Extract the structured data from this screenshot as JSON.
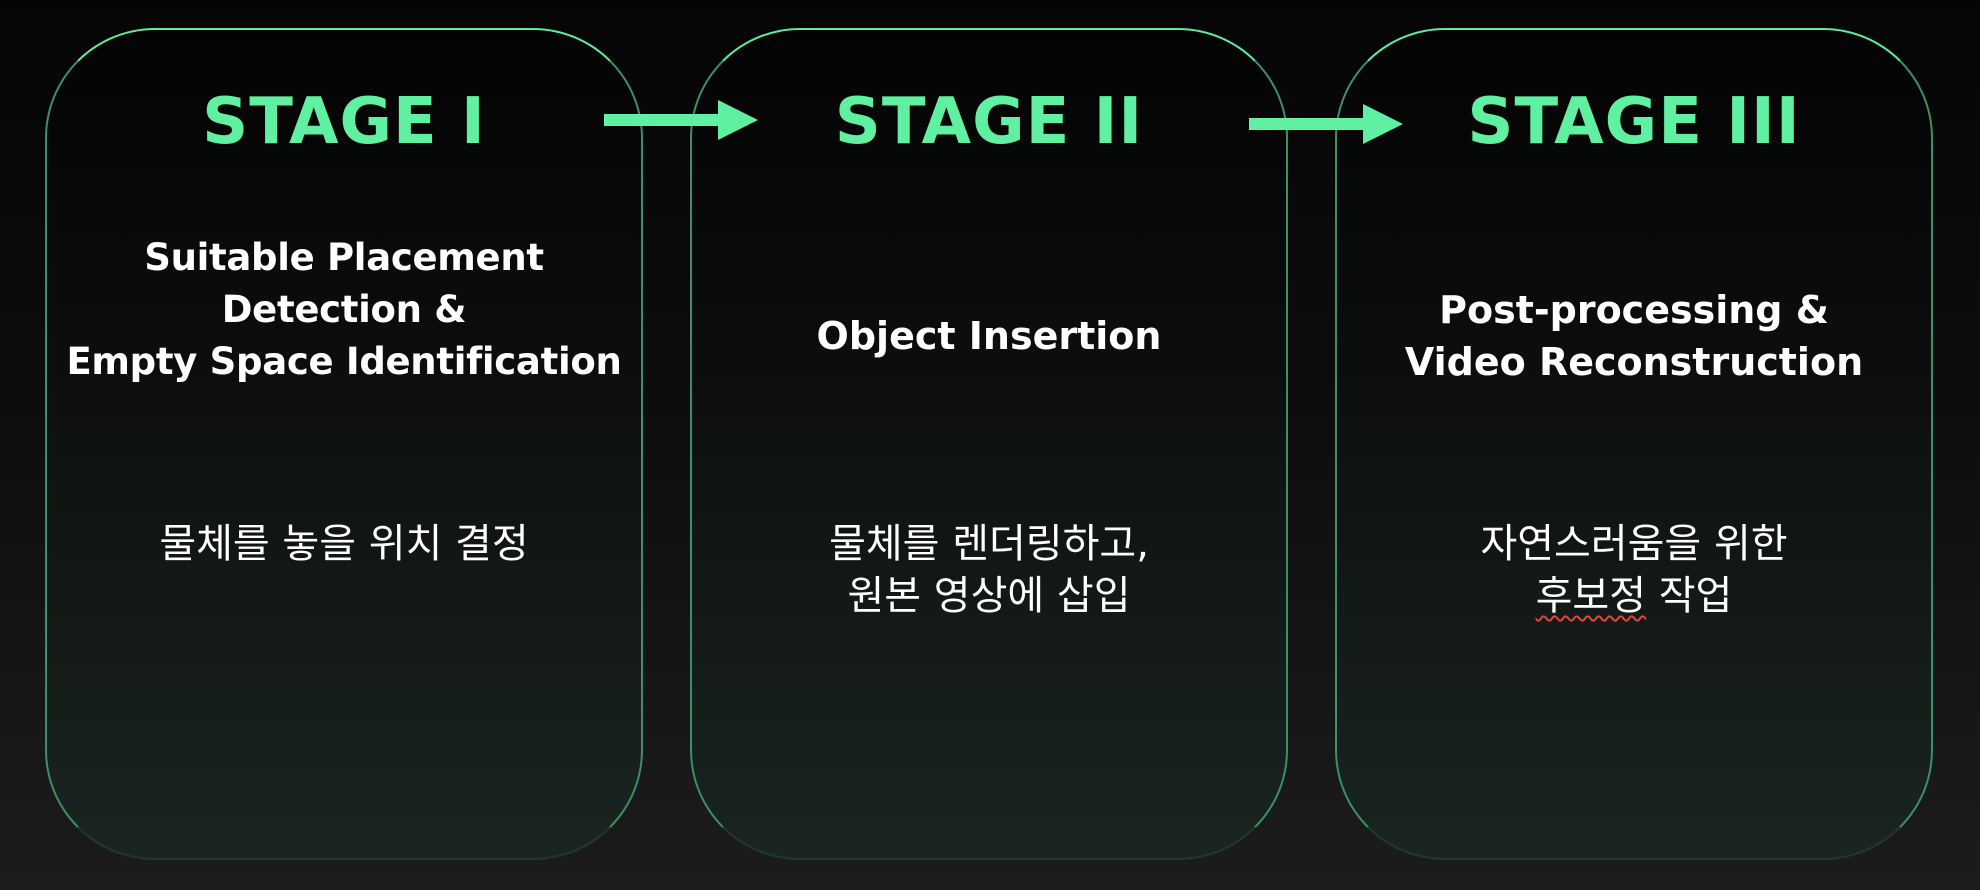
{
  "colors": {
    "accent": "#5ff0a1",
    "border": "#5eea9c",
    "text": "#ffffff",
    "spell_underline": "#e0463c"
  },
  "stages": [
    {
      "title": "STAGE I",
      "heading_lines": [
        "Suitable Placement",
        "Detection &",
        "Empty Space Identification"
      ],
      "desc_lines": [
        "물체를 놓을 위치 결정"
      ]
    },
    {
      "title": "STAGE II",
      "heading_lines": [
        "Object Insertion"
      ],
      "desc_lines": [
        "물체를 렌더링하고,",
        "원본 영상에 삽입"
      ]
    },
    {
      "title": "STAGE III",
      "heading_lines": [
        "Post-processing &",
        "Video Reconstruction"
      ],
      "desc_lines": [
        "자연스러움을 위한"
      ],
      "desc_last_line": {
        "underlined_word": "후보정",
        "rest": " 작업"
      }
    }
  ],
  "arrows": [
    {
      "icon": "right-arrow-icon",
      "from": "STAGE I",
      "to": "STAGE II"
    },
    {
      "icon": "right-arrow-icon",
      "from": "STAGE II",
      "to": "STAGE III"
    }
  ]
}
